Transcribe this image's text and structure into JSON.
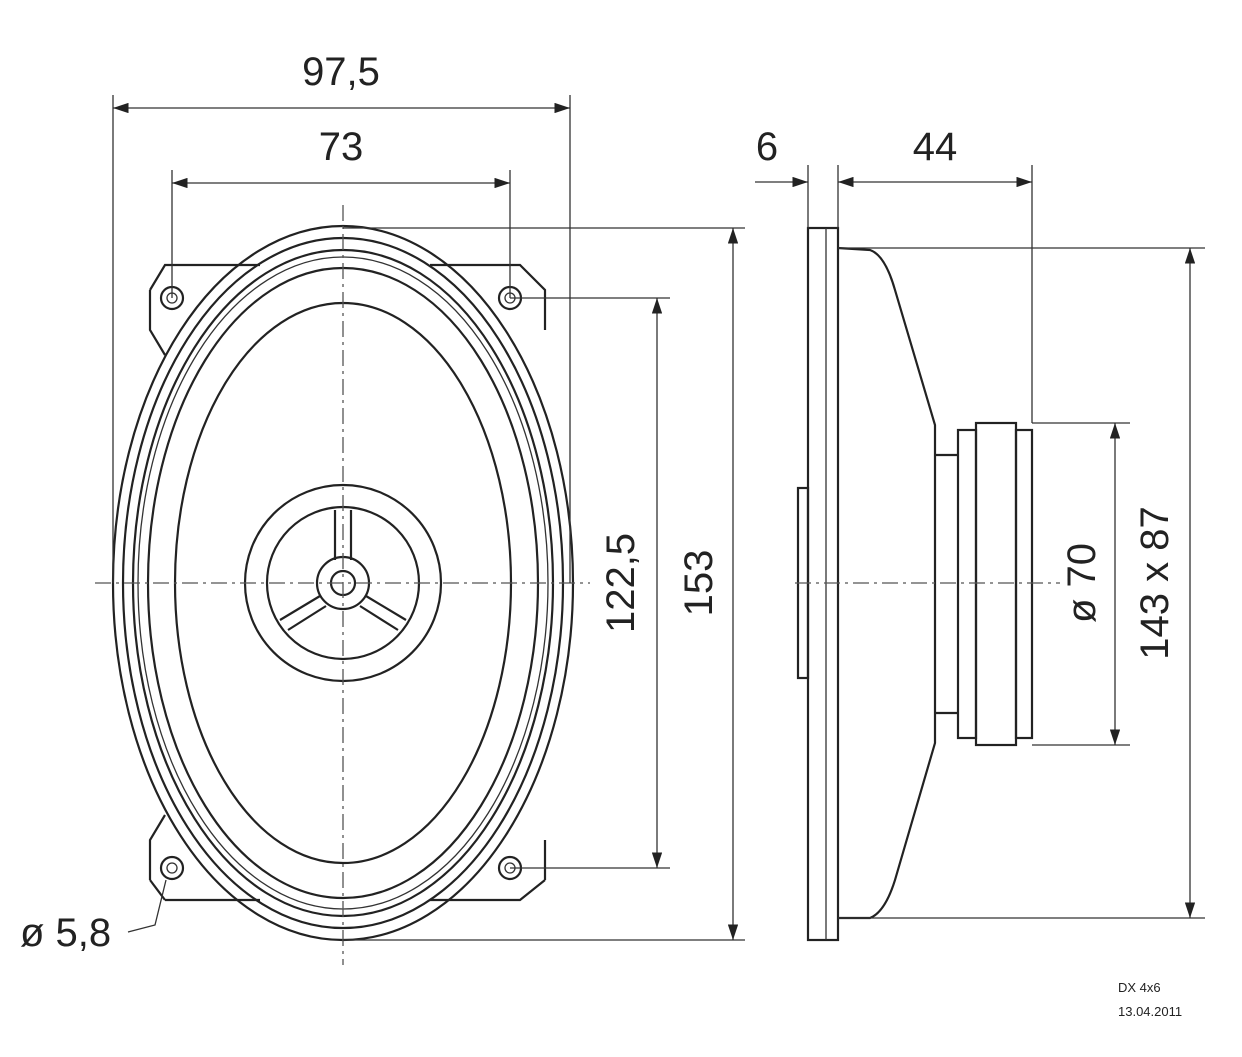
{
  "drawing": {
    "front_view": {
      "width_outer": "97,5",
      "hole_spacing_horizontal": "73",
      "hole_spacing_vertical": "122,5",
      "height_outer": "153",
      "hole_diameter": "ø 5,8"
    },
    "side_view": {
      "flange_thickness": "6",
      "mounting_depth": "44",
      "magnet_diameter": "ø 70",
      "cutout": "143 x 87"
    },
    "title_block": {
      "model": "DX 4x6",
      "date": "13.04.2011"
    }
  }
}
